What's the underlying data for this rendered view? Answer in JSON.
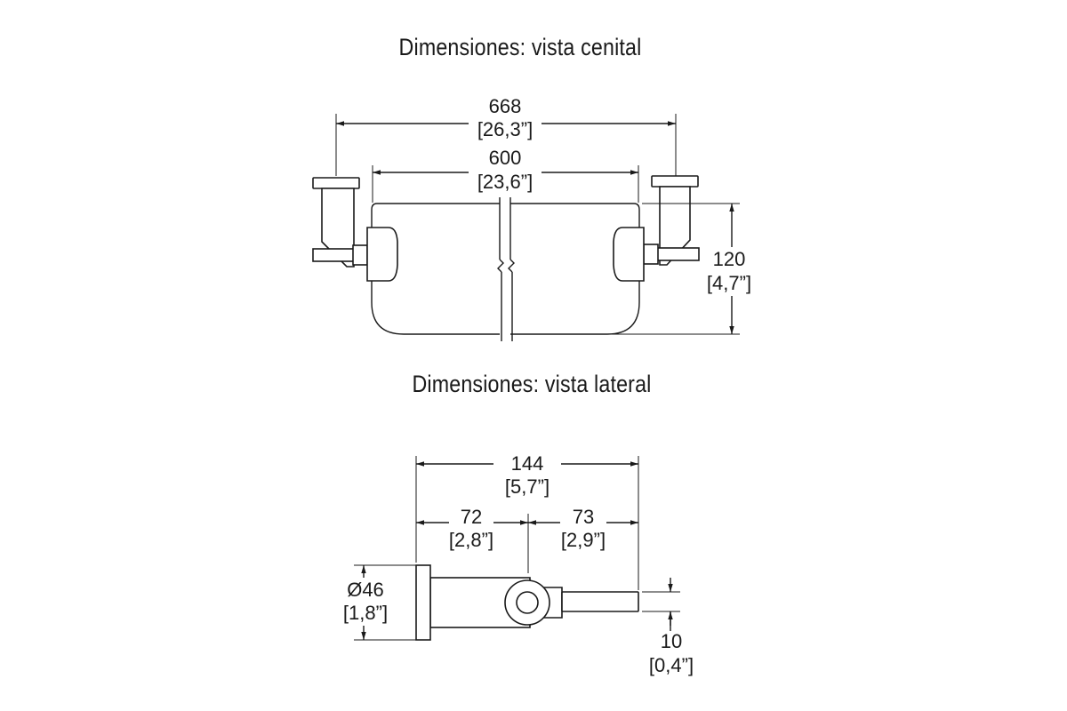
{
  "titles": {
    "top": "Dimensiones: vista cenital",
    "side": "Dimensiones: vista lateral"
  },
  "top_view": {
    "overall_width": {
      "mm": "668",
      "in": "[26,3”]"
    },
    "inner_width": {
      "mm": "600",
      "in": "[23,6”]"
    },
    "depth": {
      "mm": "120",
      "in": "[4,7”]"
    }
  },
  "side_view": {
    "total_length": {
      "mm": "144",
      "in": "[5,7”]"
    },
    "segment_a": {
      "mm": "72",
      "in": "[2,8”]"
    },
    "segment_b": {
      "mm": "73",
      "in": "[2,9”]"
    },
    "base_diameter": {
      "mm": "Ø46",
      "in": "[1,8”]"
    },
    "rod_diameter": {
      "mm": "10",
      "in": "[0,4”]"
    }
  }
}
